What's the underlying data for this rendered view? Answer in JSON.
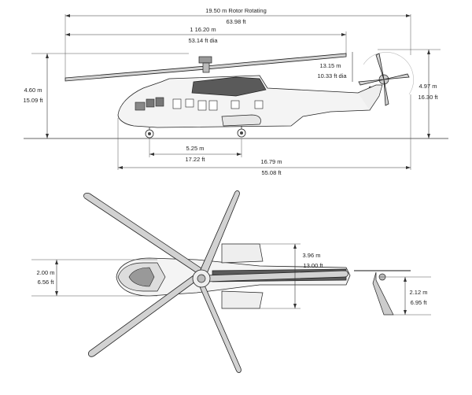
{
  "side_view": {
    "rotor_diameter": {
      "m": "19.50 m Rotor Rotating",
      "ft": "63.98 ft"
    },
    "main_rotor_radius": {
      "m": "1 16.20 m",
      "ft": "53.14 ft dia"
    },
    "tail_rotor": {
      "m": "13.15 m",
      "ft": "10.33 ft dia"
    },
    "height_left": {
      "m": "4.60 m",
      "ft": "15.09 ft"
    },
    "height_right": {
      "m": "4.97 m",
      "ft": "16.30 ft"
    },
    "wheelbase": {
      "m": "5.25 m",
      "ft": "17.22 ft"
    },
    "overall_length": {
      "m": "16.79 m",
      "ft": "55.08 ft"
    }
  },
  "top_view": {
    "fuselage_width": {
      "m": "2.00 m",
      "ft": "6.56 ft"
    },
    "sponson_width": {
      "m": "3.96 m",
      "ft": "13.00 ft"
    },
    "stabilizer_span": {
      "m": "2.12 m",
      "ft": "6.95 ft"
    }
  }
}
